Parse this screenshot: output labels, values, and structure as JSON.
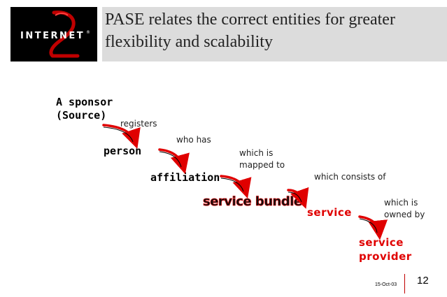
{
  "logo": {
    "text": "INTERNET",
    "numeral": "2",
    "mark": "®"
  },
  "title": "PASE relates the correct entities for greater flexibility and scalability",
  "diagram": {
    "sponsor_line1": "A sponsor",
    "sponsor_line2": "(Source)",
    "registers": "registers",
    "person": "person",
    "who_has": "who has",
    "affiliation": "affiliation",
    "mapped_line1": "which is",
    "mapped_line2": "mapped to",
    "service_bundle": "service bundle",
    "consists": "which consists of",
    "service": "service",
    "owned_line1": "which is",
    "owned_line2": "owned by",
    "provider_line1": "service",
    "provider_line2": "provider"
  },
  "footer": {
    "date": "15-Oct-03",
    "page": "12"
  },
  "colors": {
    "accent_red": "#e00000",
    "title_bar": "#dcdcdc",
    "logo_bg": "#000000"
  }
}
